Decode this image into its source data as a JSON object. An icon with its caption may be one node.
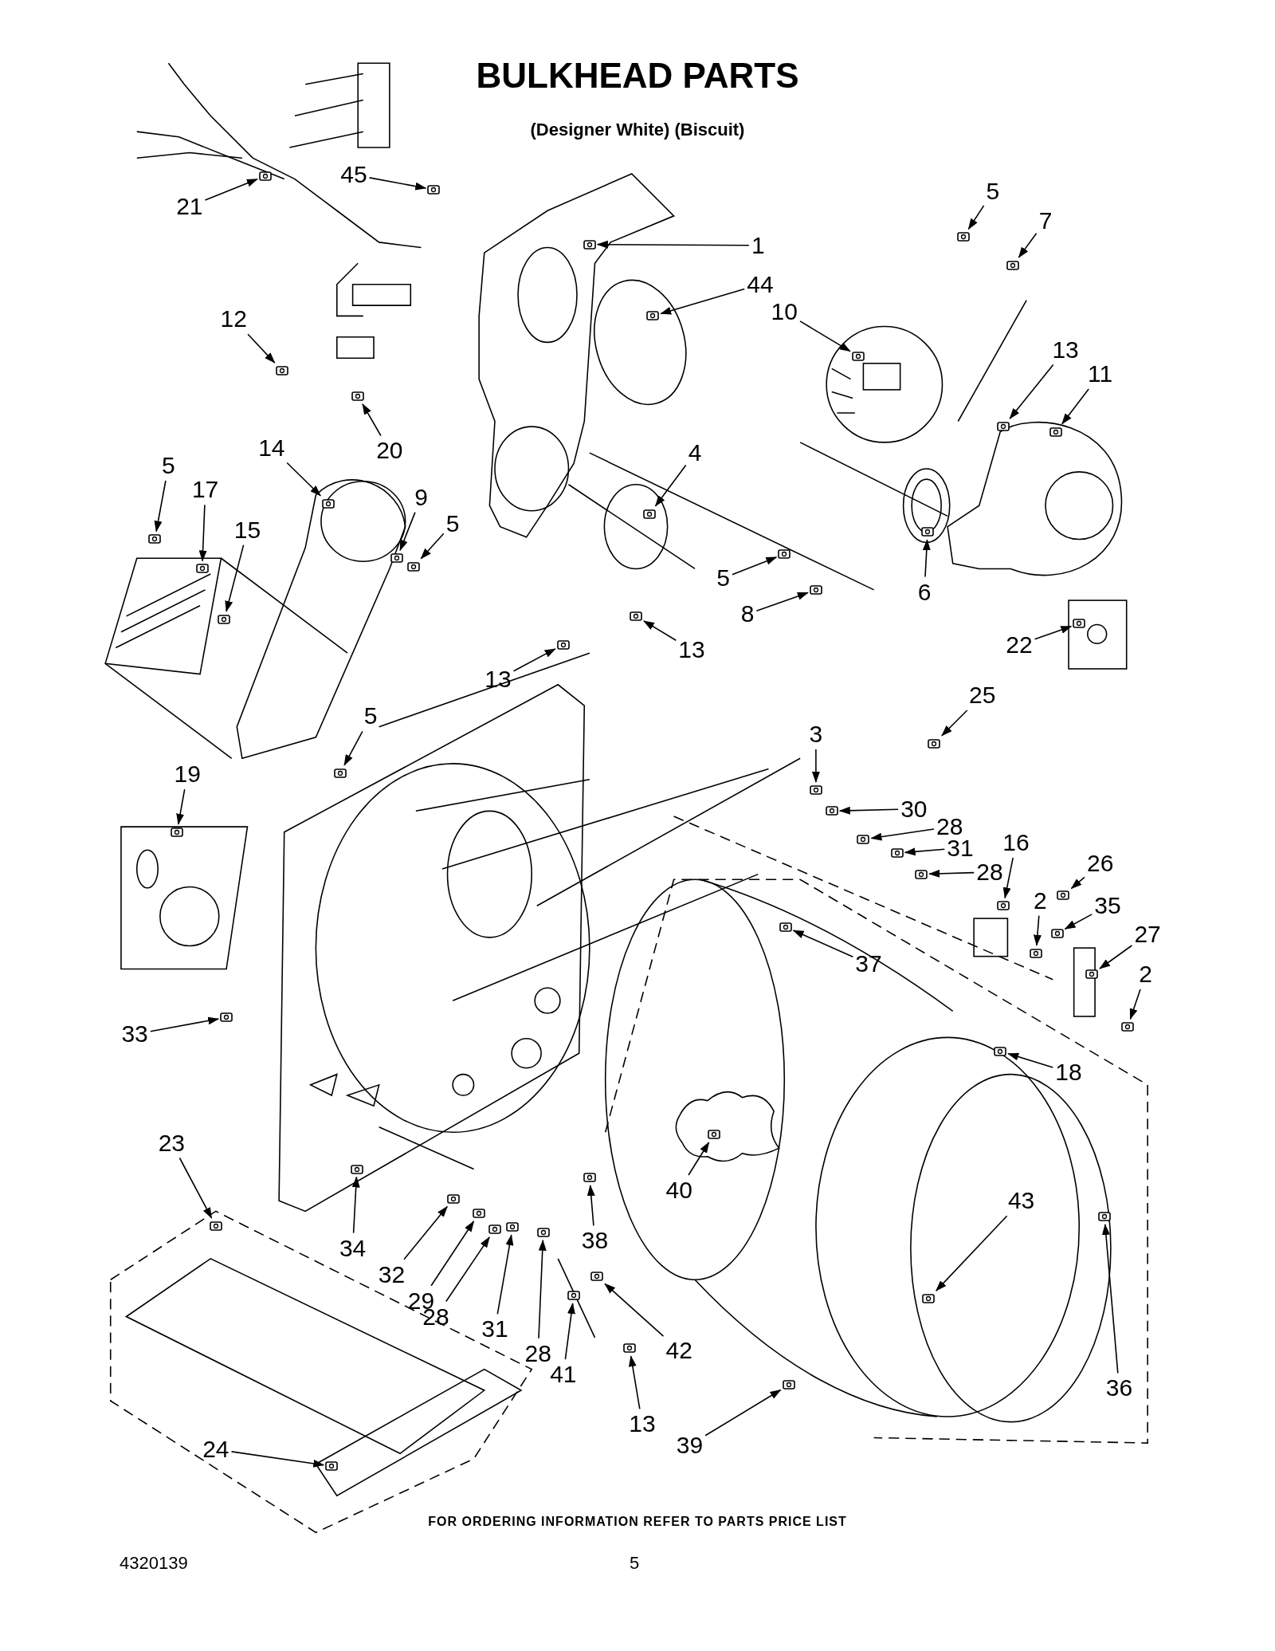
{
  "diagram": {
    "title": "BULKHEAD PARTS",
    "nodes": [
      {
        "text": [
          "21"
        ]
      },
      {
        "text": [
          "45"
        ]
      },
      {
        "text": [
          "1"
        ]
      },
      {
        "text": [
          "5"
        ]
      },
      {
        "text": [
          "7"
        ]
      },
      {
        "text": [
          "44"
        ]
      },
      {
        "text": [
          "10"
        ]
      },
      {
        "text": [
          "12"
        ]
      },
      {
        "text": [
          "20"
        ]
      },
      {
        "text": [
          "13"
        ]
      },
      {
        "text": [
          "11"
        ]
      },
      {
        "text": [
          "14"
        ]
      },
      {
        "text": [
          "5"
        ]
      },
      {
        "text": [
          "17"
        ]
      },
      {
        "text": [
          "15"
        ]
      },
      {
        "text": [
          "9"
        ]
      },
      {
        "text": [
          "5"
        ]
      },
      {
        "text": [
          "4"
        ]
      },
      {
        "text": [
          "5"
        ]
      },
      {
        "text": [
          "6"
        ]
      },
      {
        "text": [
          "8"
        ]
      },
      {
        "text": [
          "13"
        ]
      },
      {
        "text": [
          "22"
        ]
      },
      {
        "text": [
          "13"
        ]
      },
      {
        "text": [
          "25"
        ]
      },
      {
        "text": [
          "5"
        ]
      },
      {
        "text": [
          "3"
        ]
      },
      {
        "text": [
          "19"
        ]
      },
      {
        "text": [
          "30"
        ]
      },
      {
        "text": [
          "28"
        ]
      },
      {
        "text": [
          "31"
        ]
      },
      {
        "text": [
          "16"
        ]
      },
      {
        "text": [
          "26"
        ]
      },
      {
        "text": [
          "28"
        ]
      },
      {
        "text": [
          "2"
        ]
      },
      {
        "text": [
          "35"
        ]
      },
      {
        "text": [
          "37"
        ]
      },
      {
        "text": [
          "27"
        ]
      },
      {
        "text": [
          "2"
        ]
      },
      {
        "text": [
          "33"
        ]
      },
      {
        "text": [
          "18"
        ]
      },
      {
        "text": [
          "40"
        ]
      },
      {
        "text": [
          "43"
        ]
      },
      {
        "text": [
          "23"
        ]
      },
      {
        "text": [
          "34"
        ]
      },
      {
        "text": [
          "32"
        ]
      },
      {
        "text": [
          "38"
        ]
      },
      {
        "text": [
          "29"
        ]
      },
      {
        "text": [
          "28"
        ]
      },
      {
        "text": [
          "31"
        ]
      },
      {
        "text": [
          "28"
        ]
      },
      {
        "text": [
          "41"
        ]
      },
      {
        "text": [
          "42"
        ]
      },
      {
        "text": [
          "36"
        ]
      },
      {
        "text": [
          "13"
        ]
      },
      {
        "text": [
          "39"
        ]
      },
      {
        "text": [
          "24"
        ]
      },
      {
        "text": [],
        "shape": "picture"
      },
      {
        "text": [],
        "shape": "picture"
      },
      {
        "text": [],
        "shape": "picture"
      },
      {
        "text": [],
        "shape": "picture"
      },
      {
        "text": [],
        "shape": "picture"
      },
      {
        "text": [],
        "shape": "picture"
      },
      {
        "text": [],
        "shape": "picture"
      },
      {
        "text": [],
        "shape": "picture"
      },
      {
        "text": [],
        "shape": "picture"
      },
      {
        "text": [],
        "shape": "picture"
      },
      {
        "text": [],
        "shape": "picture"
      },
      {
        "text": [],
        "shape": "picture"
      },
      {
        "text": [],
        "shape": "picture"
      },
      {
        "text": [],
        "shape": "picture"
      },
      {
        "text": [],
        "shape": "picture"
      },
      {
        "text": [],
        "shape": "picture"
      },
      {
        "text": [],
        "shape": "picture"
      },
      {
        "text": [],
        "shape": "picture"
      },
      {
        "text": [],
        "shape": "picture"
      },
      {
        "text": [],
        "shape": "picture"
      },
      {
        "text": [],
        "shape": "picture"
      },
      {
        "text": [],
        "shape": "picture"
      },
      {
        "text": [],
        "shape": "picture"
      },
      {
        "text": [],
        "shape": "picture"
      },
      {
        "text": [],
        "shape": "picture"
      },
      {
        "text": [],
        "shape": "picture"
      },
      {
        "text": [],
        "shape": "picture"
      },
      {
        "text": [],
        "shape": "picture"
      },
      {
        "text": [],
        "shape": "picture"
      },
      {
        "text": [],
        "shape": "picture"
      },
      {
        "text": [],
        "shape": "picture"
      },
      {
        "text": [],
        "shape": "picture"
      },
      {
        "text": [],
        "shape": "picture"
      },
      {
        "text": [],
        "shape": "picture"
      },
      {
        "text": [],
        "shape": "picture"
      },
      {
        "text": [],
        "shape": "picture"
      },
      {
        "text": [],
        "shape": "picture"
      },
      {
        "text": [],
        "shape": "picture"
      },
      {
        "text": [],
        "shape": "picture"
      },
      {
        "text": [],
        "shape": "picture"
      },
      {
        "text": [],
        "shape": "picture"
      },
      {
        "text": [],
        "shape": "picture"
      },
      {
        "text": [],
        "shape": "picture"
      },
      {
        "text": [],
        "shape": "picture"
      },
      {
        "text": [],
        "shape": "picture"
      },
      {
        "text": [],
        "shape": "picture"
      },
      {
        "text": [],
        "shape": "picture"
      },
      {
        "text": [],
        "shape": "picture"
      },
      {
        "text": [],
        "shape": "picture"
      },
      {
        "text": [],
        "shape": "picture"
      },
      {
        "text": [],
        "shape": "picture"
      },
      {
        "text": [],
        "shape": "picture"
      },
      {
        "text": [],
        "shape": "picture"
      },
      {
        "text": [],
        "shape": "picture"
      },
      {
        "text": [],
        "shape": "picture"
      },
      {
        "text": [],
        "shape": "picture"
      },
      {
        "text": [],
        "shape": "picture"
      }
    ],
    "edges": [
      {
        "from": 0,
        "to": 57,
        "arrow": "to"
      },
      {
        "from": 1,
        "to": 58,
        "arrow": "to"
      },
      {
        "from": 2,
        "to": 59,
        "arrow": "to"
      },
      {
        "from": 3,
        "to": 60,
        "arrow": "to"
      },
      {
        "from": 4,
        "to": 61,
        "arrow": "to"
      },
      {
        "from": 5,
        "to": 62,
        "arrow": "to"
      },
      {
        "from": 6,
        "to": 63,
        "arrow": "to"
      },
      {
        "from": 7,
        "to": 64,
        "arrow": "to"
      },
      {
        "from": 8,
        "to": 65,
        "arrow": "to"
      },
      {
        "from": 9,
        "to": 66,
        "arrow": "to"
      },
      {
        "from": 10,
        "to": 67,
        "arrow": "to"
      },
      {
        "from": 11,
        "to": 68,
        "arrow": "to"
      },
      {
        "from": 12,
        "to": 69,
        "arrow": "to"
      },
      {
        "from": 13,
        "to": 70,
        "arrow": "to"
      },
      {
        "from": 14,
        "to": 71,
        "arrow": "to"
      },
      {
        "from": 15,
        "to": 72,
        "arrow": "to"
      },
      {
        "from": 16,
        "to": 73,
        "arrow": "to"
      },
      {
        "from": 17,
        "to": 74,
        "arrow": "to"
      },
      {
        "from": 18,
        "to": 75,
        "arrow": "to"
      },
      {
        "from": 19,
        "to": 76,
        "arrow": "to"
      },
      {
        "from": 20,
        "to": 77,
        "arrow": "to"
      },
      {
        "from": 21,
        "to": 78,
        "arrow": "to"
      },
      {
        "from": 22,
        "to": 79,
        "arrow": "to"
      },
      {
        "from": 23,
        "to": 80,
        "arrow": "to"
      },
      {
        "from": 24,
        "to": 81,
        "arrow": "to"
      },
      {
        "from": 25,
        "to": 82,
        "arrow": "to"
      },
      {
        "from": 26,
        "to": 83,
        "arrow": "to"
      },
      {
        "from": 27,
        "to": 84,
        "arrow": "to"
      },
      {
        "from": 28,
        "to": 85,
        "arrow": "to"
      },
      {
        "from": 29,
        "to": 86,
        "arrow": "to"
      },
      {
        "from": 30,
        "to": 87,
        "arrow": "to"
      },
      {
        "from": 31,
        "to": 88,
        "arrow": "to"
      },
      {
        "from": 32,
        "to": 89,
        "arrow": "to"
      },
      {
        "from": 33,
        "to": 90,
        "arrow": "to"
      },
      {
        "from": 34,
        "to": 91,
        "arrow": "to"
      },
      {
        "from": 35,
        "to": 92,
        "arrow": "to"
      },
      {
        "from": 36,
        "to": 93,
        "arrow": "to"
      },
      {
        "from": 37,
        "to": 94,
        "arrow": "to"
      },
      {
        "from": 38,
        "to": 95,
        "arrow": "to"
      },
      {
        "from": 39,
        "to": 96,
        "arrow": "to"
      },
      {
        "from": 40,
        "to": 97,
        "arrow": "to"
      },
      {
        "from": 41,
        "to": 98,
        "arrow": "to"
      },
      {
        "from": 42,
        "to": 99,
        "arrow": "to"
      },
      {
        "from": 43,
        "to": 100,
        "arrow": "to"
      },
      {
        "from": 44,
        "to": 101,
        "arrow": "to"
      },
      {
        "from": 45,
        "to": 102,
        "arrow": "to"
      },
      {
        "from": 46,
        "to": 103,
        "arrow": "to"
      },
      {
        "from": 47,
        "to": 104,
        "arrow": "to"
      },
      {
        "from": 48,
        "to": 105,
        "arrow": "to"
      },
      {
        "from": 49,
        "to": 106,
        "arrow": "to"
      },
      {
        "from": 50,
        "to": 107,
        "arrow": "to"
      },
      {
        "from": 51,
        "to": 108,
        "arrow": "to"
      },
      {
        "from": 52,
        "to": 109,
        "arrow": "to"
      },
      {
        "from": 53,
        "to": 110,
        "arrow": "to"
      },
      {
        "from": 54,
        "to": 111,
        "arrow": "to"
      },
      {
        "from": 55,
        "to": 112,
        "arrow": "to"
      },
      {
        "from": 56,
        "to": 113,
        "arrow": "to"
      }
    ],
    "labels": [
      "(Designer White)  (Biscuit)",
      "FOR ORDERING INFORMATION REFER TO PARTS PRICE LIST",
      "4320139",
      "5"
    ]
  }
}
